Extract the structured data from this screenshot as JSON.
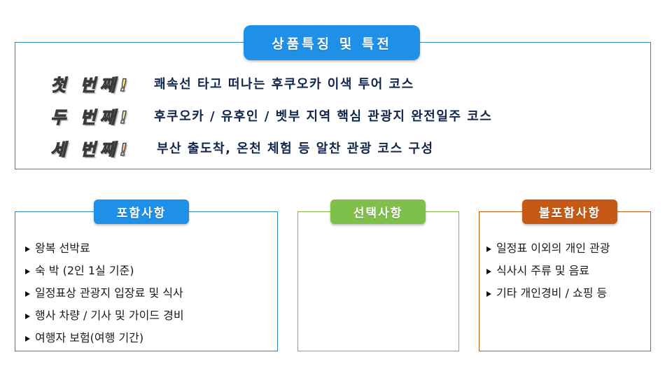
{
  "features": {
    "title": "상품특징 및 특전",
    "rows": [
      {
        "ordinal": "첫 번째!",
        "text": "쾌속선 타고 떠나는 후쿠오카 이색 투어 코스",
        "ordinal_color": "#f6e08a"
      },
      {
        "ordinal": "두 번째!",
        "text": "후쿠오카 / 유후인 / 벳부 지역 핵심 관광지 완전일주 코스",
        "ordinal_color": "#cfe6b0"
      },
      {
        "ordinal": "세 번째!",
        "text": "부산 출도착, 온천 체험 등 알찬 관광 코스 구성",
        "ordinal_color": "#f6bda0"
      }
    ]
  },
  "included": {
    "title": "포함사항",
    "items": [
      "왕복 선박료",
      "숙 박 (2인 1실 기준)",
      "일정표상 관광지 입장료 및 식사",
      "행사 차량 / 기사 및 가이드 경비",
      "여행자 보험(여행 기간)"
    ]
  },
  "optional": {
    "title": "선택사항",
    "items": []
  },
  "excluded": {
    "title": "불포함사항",
    "items": [
      "일정표 이외의 개인 관광",
      "식사시 주류 및 음료",
      "기타 개인경비 / 쇼핑 등"
    ]
  },
  "colors": {
    "blue": "#1e90e8",
    "green": "#7fc04a",
    "orange": "#c65a14"
  }
}
